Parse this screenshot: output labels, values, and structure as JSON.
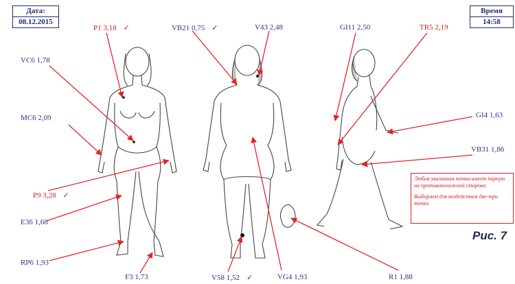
{
  "date_box": {
    "label": "Дата:",
    "value": "08.12.2015"
  },
  "time_box": {
    "label": "Время",
    "value": "14:58"
  },
  "points": [
    {
      "code": "P1",
      "value": "3,18",
      "color": "red",
      "checked": true
    },
    {
      "code": "VB21",
      "value": "0,75",
      "color": "blue",
      "checked": true
    },
    {
      "code": "V43",
      "value": "2,48",
      "color": "blue",
      "checked": false
    },
    {
      "code": "GI11",
      "value": "2,50",
      "color": "blue",
      "checked": false
    },
    {
      "code": "TR5",
      "value": "2,19",
      "color": "red",
      "checked": false
    },
    {
      "code": "VC6",
      "value": "1,78",
      "color": "blue",
      "checked": false
    },
    {
      "code": "MC6",
      "value": "2,09",
      "color": "blue",
      "checked": false
    },
    {
      "code": "GI4",
      "value": "1,63",
      "color": "blue",
      "checked": false
    },
    {
      "code": "VB31",
      "value": "1,86",
      "color": "blue",
      "checked": false
    },
    {
      "code": "P9",
      "value": "3,28",
      "color": "red",
      "checked": true
    },
    {
      "code": "E36",
      "value": "1,68",
      "color": "blue",
      "checked": false
    },
    {
      "code": "RP6",
      "value": "1,93",
      "color": "blue",
      "checked": false
    },
    {
      "code": "F3",
      "value": "1,73",
      "color": "blue",
      "checked": false
    },
    {
      "code": "V58",
      "value": "1,52",
      "color": "blue",
      "checked": true
    },
    {
      "code": "VG4",
      "value": "1,93",
      "color": "blue",
      "checked": false
    },
    {
      "code": "R1",
      "value": "1,88",
      "color": "blue",
      "checked": false
    }
  ],
  "check_mark": "✓",
  "note": {
    "line1": "Любая указанная точка имеет парную на противоположной стороне.",
    "line2": "Выбираем для воздействия две-три точки."
  },
  "figure_label": "Рис. 7",
  "colors": {
    "blue": "#2b3190",
    "red": "#d22020",
    "line_red": "#e02828",
    "body": "#444444"
  }
}
